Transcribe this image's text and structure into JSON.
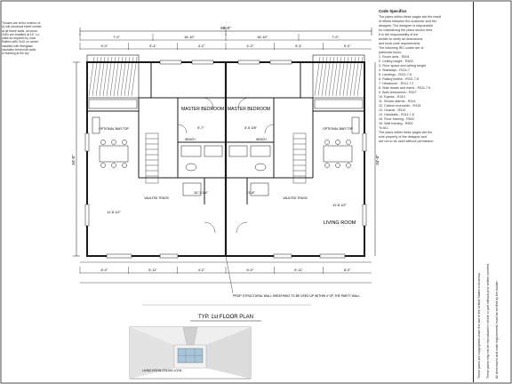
{
  "plan": {
    "title": "TYP. 1st FLOOR PLAN",
    "overall_width": "68'-0\"",
    "overall_depth": "34'-0\"",
    "rooms": {
      "master_left": "MASTER BEDROOM",
      "master_right": "MASTER BEDROOM",
      "living_room": "LIVING ROOM",
      "optional_bar_left": "OPTIONAL BAR TOP",
      "optional_bar_right": "OPTIONAL BAR TOP",
      "vaulted_left": "VAULTED TRUSS",
      "vaulted_right": "VAULTED TRUSS",
      "bench_left": "BENCH",
      "bench_right": "BENCH",
      "party_wall": "PROP. STRUCTURAL WALL SHEATHING TO BE USED UP WITHIN 4' OF THE PARTY WALL"
    },
    "dims_top": [
      "7'-0\"",
      "16'-10\"",
      "16'-10\"",
      "7'-0\""
    ],
    "dims_top2": [
      "9'-0\"",
      "5'-4\"",
      "4'-2\"",
      "4'-2\"",
      "5'-4\"",
      "9'-0\""
    ],
    "dims_bottom": [
      "8'-0\"",
      "5'-11\"",
      "4'-2\"",
      "6'-0\"",
      "5'-11\"",
      "8'-0\""
    ],
    "dims_inner": [
      "11'-8 1/2\"",
      "10'-3 1/4\"",
      "13'-8\"",
      "5'-7\"",
      "3'-6 1/8\"",
      "11'-8 1/2\""
    ]
  },
  "inset": {
    "caption": "LIVING ROOM CEILING LOOK"
  },
  "notes": {
    "code_heading": "Code Specifics",
    "left_lines": [
      "Trusses are at the exterior of",
      "A) will-structural sheet lumber",
      "at all frame walls, all doors",
      "2x8's are installed at 16\" o.c.",
      "walls as required by code",
      "Rafters with 2x10 on center",
      "installed with fiberglass",
      "insulation behind all walls",
      "of building at the top"
    ],
    "right_lines": [
      "The plans within these pages are the result",
      "of efforts between the customer and the",
      "designer. The designer is responsible",
      "for maintaining the plans shown here.",
      "It is the responsibility of the",
      "builder to verify all dimensions",
      "and local code requirements.",
      "The following IRC codes are of",
      "particular focus:",
      "1. Room area - R304",
      "2. Ceiling height - R305",
      "3. Floor space and ceiling height",
      "4. Stairways - R311.7",
      "5. Landings - R311.7.6",
      "6. Railing widths - R311.7.8",
      "7. Headroom - R311.7.2",
      "8. Stair treads and risers - R311.7.5",
      "9. Bath clearances - R307",
      "10. Egress - R310",
      "11. Smoke alarms - R314",
      "12. Carbon monoxide - R315",
      "13. Guards - R312",
      "14. Handrails - R311.7.8",
      "15. Floor framing - R502",
      "16. Wall framing - R602",
      "To ALL",
      "The plans within these pages are the",
      "sole property of the designer and",
      "are not to be used without permission."
    ]
  },
  "title_block": {
    "lines": [
      "These plans are copyrighted under the law of the United States of America.",
      "These plans may not be reproduced in whole or part without prior written consent.",
      "All dimensions and code requirements must be verified by the builder."
    ]
  },
  "colors": {
    "line": "#1a1a1a",
    "inset_sky": "#a8c4d8",
    "inset_wall": "#e6e6e6"
  }
}
